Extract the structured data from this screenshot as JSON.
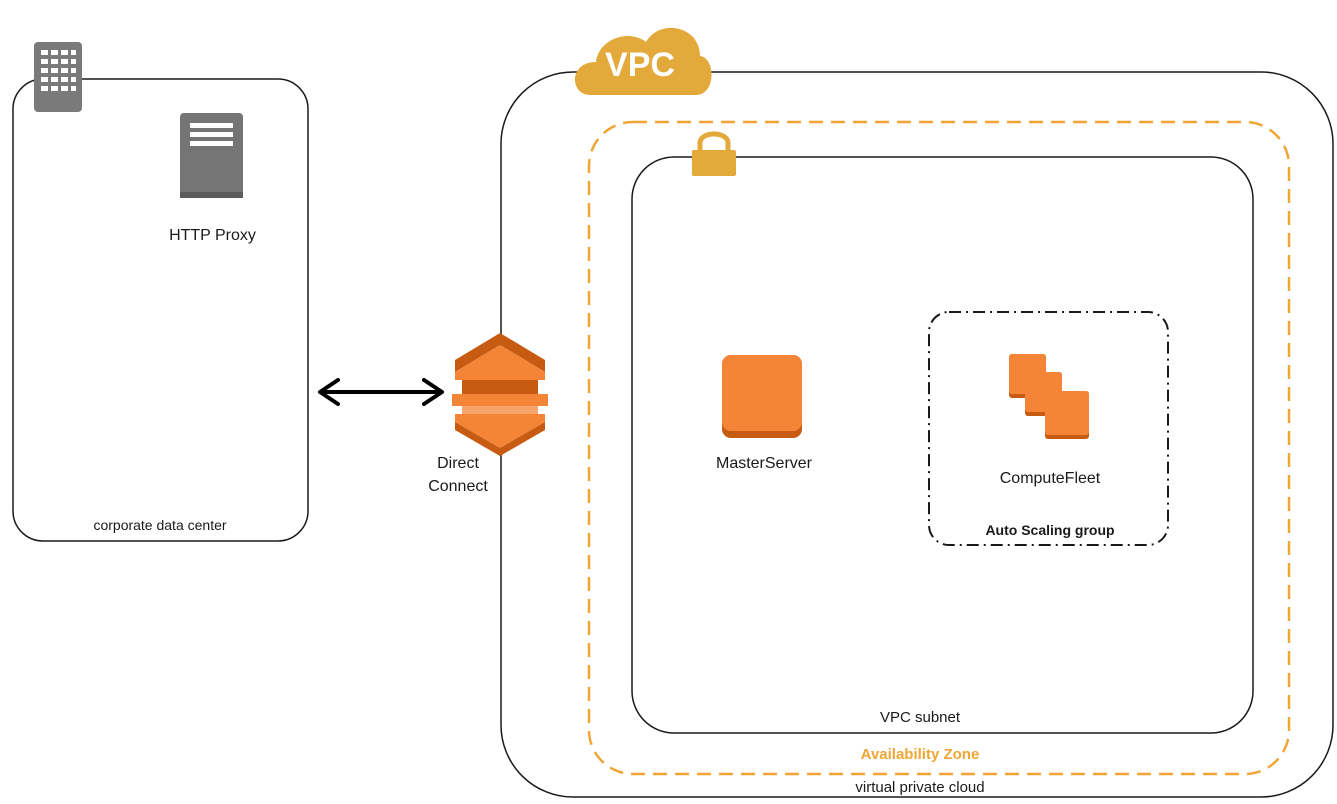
{
  "corporate": {
    "proxy_label": "HTTP Proxy",
    "container_label": "corporate data center"
  },
  "direct_connect": {
    "label_line1": "Direct",
    "label_line2": "Connect"
  },
  "vpc": {
    "badge": "VPC",
    "container_label": "virtual private cloud",
    "availability_zone_label": "Availability Zone",
    "subnet_label": "VPC subnet",
    "master_label": "MasterServer",
    "fleet_label": "ComputeFleet",
    "asg_label": "Auto Scaling group"
  },
  "colors": {
    "orange": "#F58536",
    "orange_dark": "#C75B12",
    "vpc_gold": "#E3A93A",
    "az_dash": "#F0A535",
    "gray_icon": "#757575"
  }
}
